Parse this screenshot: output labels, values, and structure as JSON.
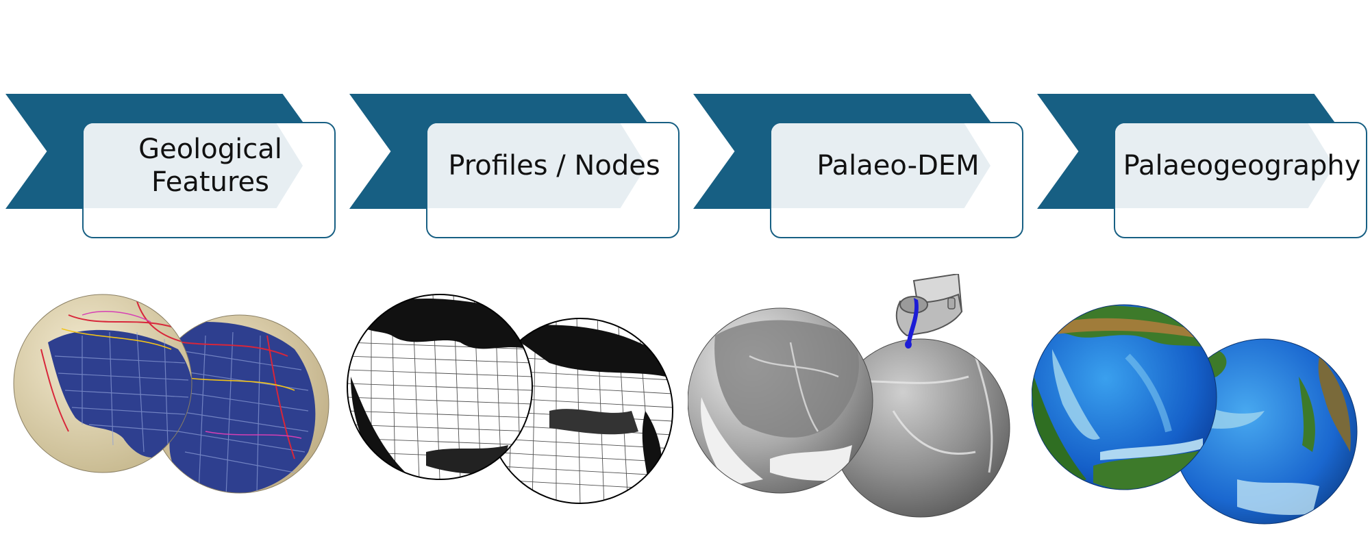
{
  "steps": [
    {
      "label": "Geological\nFeatures",
      "icon": "coloured-plate-feature-globes"
    },
    {
      "label": "Profiles / Nodes",
      "icon": "mesh-node-globes"
    },
    {
      "label": "Palaeo-DEM",
      "icon": "greyscale-dem-globes"
    },
    {
      "label": "Palaeogeography",
      "icon": "palaeogeography-globes"
    }
  ],
  "colors": {
    "chevron": "#175f83",
    "label_fill": "#e7eef2",
    "ocean_blue": "#1f6fd1",
    "land_green": "#3d7a2a"
  }
}
